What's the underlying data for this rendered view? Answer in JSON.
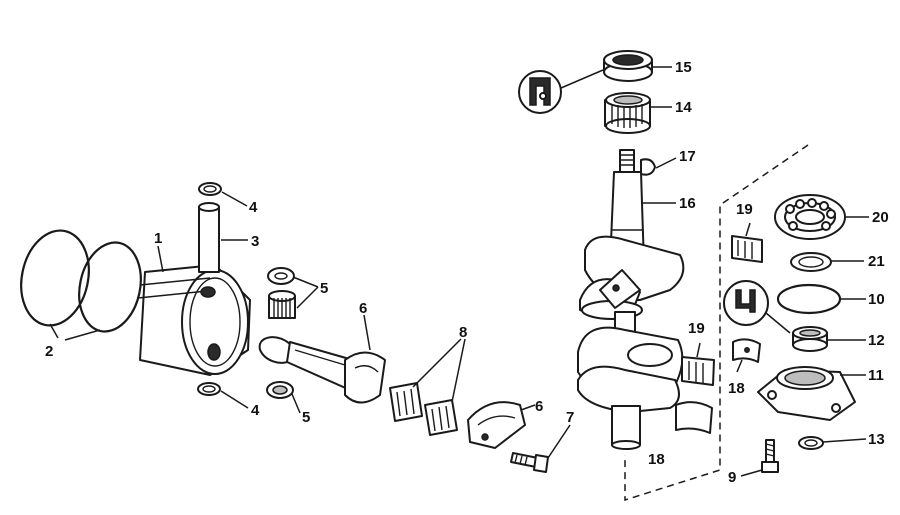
{
  "callouts": {
    "c1": "1",
    "c2": "2",
    "c3": "3",
    "c4a": "4",
    "c4b": "4",
    "c5a": "5",
    "c5b": "5",
    "c6a": "6",
    "c6b": "6",
    "c7": "7",
    "c8": "8",
    "c9": "9",
    "c10": "10",
    "c11": "11",
    "c12": "12",
    "c13": "13",
    "c14": "14",
    "c15": "15",
    "c16": "16",
    "c17": "17",
    "c18a": "18",
    "c18b": "18",
    "c19a": "19",
    "c19b": "19",
    "c20": "20",
    "c21": "21"
  }
}
